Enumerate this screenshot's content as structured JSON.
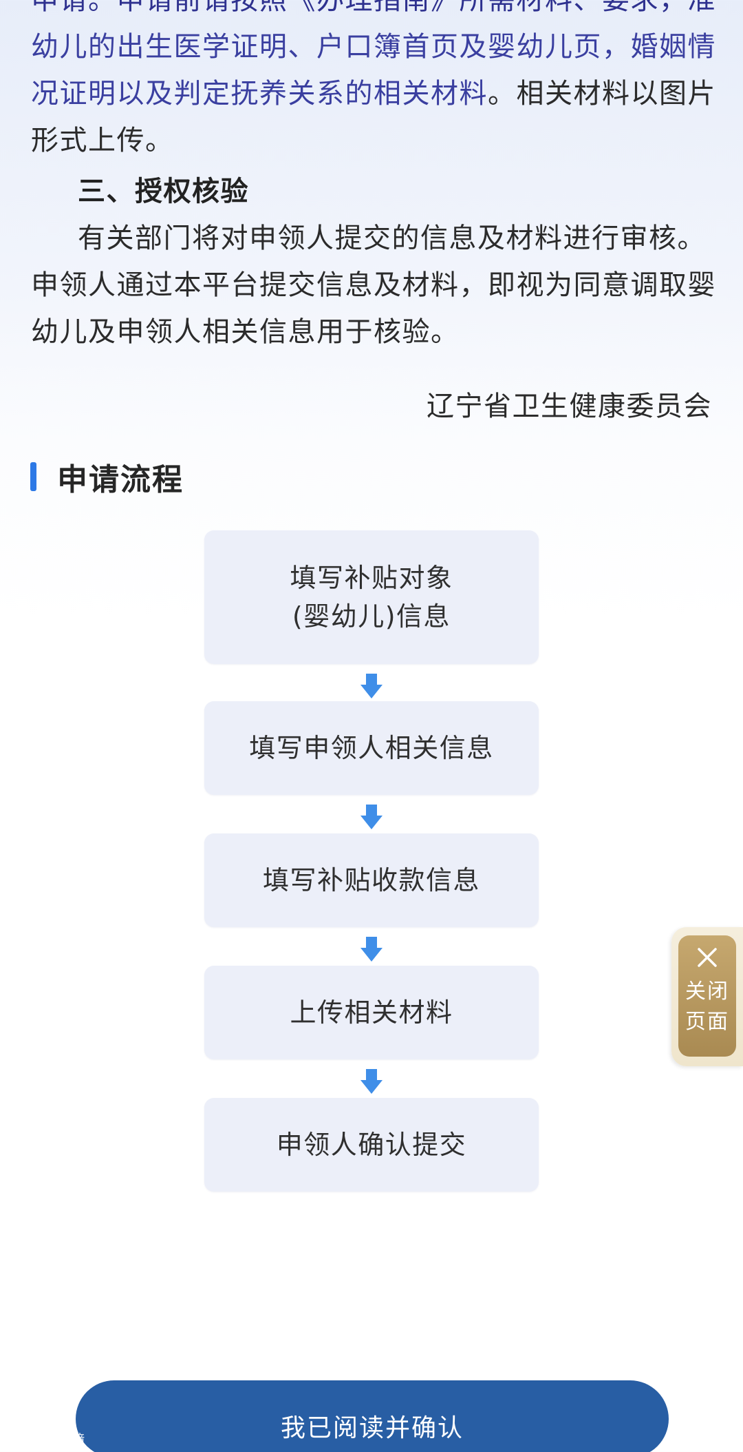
{
  "notice": {
    "cut_line": "申请。申请前请按照《办理指南》所需材料、要求，准备好婴",
    "para2_blue": "幼儿的出生医学证明、户口簿首页及婴幼儿页，婚姻情况证明以及判定抚养关系的相关材料",
    "para2_rest": "。相关材料以图片形式上传。",
    "section3_title": "三、授权核验",
    "section3_body": "有关部门将对申领人提交的信息及材料进行审核。申领人通过本平台提交信息及材料，即视为同意调取婴幼儿及申领人相关信息用于核验。",
    "signature": "辽宁省卫生健康委员会"
  },
  "flow": {
    "title": "申请流程",
    "steps": [
      {
        "line1": "填写补贴对象",
        "line2": "(婴幼儿)信息"
      },
      {
        "line1": "填写申领人相关信息"
      },
      {
        "line1": "填写补贴收款信息"
      },
      {
        "line1": "上传相关材料"
      },
      {
        "line1": "申领人确认提交"
      }
    ]
  },
  "close_tab": {
    "icon": "close-icon",
    "label": "关闭页面"
  },
  "confirm_button": {
    "label": "我已阅读并确认"
  },
  "watermark": {
    "text": "大数跨境"
  },
  "colors": {
    "accent_blue": "#2d79e6",
    "link_text": "#3a3fa0",
    "button_blue": "#285ea4",
    "close_gold": "#b49659",
    "step_bg": "#eceff9",
    "arrow_blue": "#3f8ee8"
  }
}
